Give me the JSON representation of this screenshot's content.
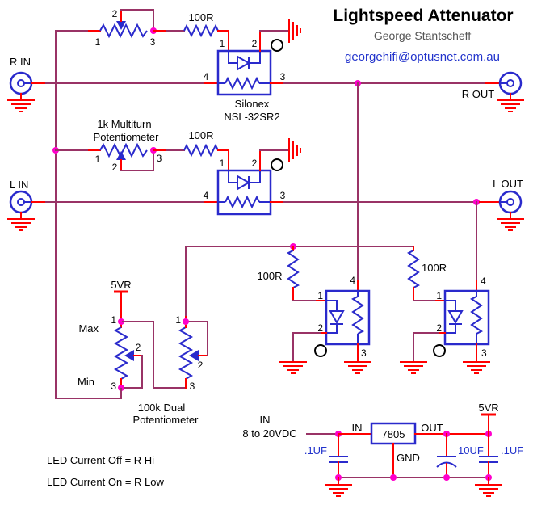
{
  "header": {
    "title": "Lightspeed Attenuator",
    "author": "George Stantscheff",
    "email": "georgehifi@optusnet.com.au"
  },
  "connectors": {
    "r_in": "R IN",
    "r_out": "R OUT",
    "l_in": "L IN",
    "l_out": "L OUT"
  },
  "pins": {
    "p1": "1",
    "p2": "2",
    "p3": "3",
    "p4": "4"
  },
  "components": {
    "r100": "100R",
    "pot1k_line1": "1k Multiturn",
    "pot1k_line2": "Potentiometer",
    "opto_line1": "Silonex",
    "opto_line2": "NSL-32SR2",
    "dualpot_line1": "100k Dual",
    "dualpot_line2": "Potentiometer",
    "rail_5vr": "5VR",
    "max": "Max",
    "min": "Min",
    "regulator": "7805",
    "reg_in": "IN",
    "reg_out": "OUT",
    "reg_gnd": "GND",
    "cap_01uf": ".1UF",
    "cap_10uf": "10UF",
    "psu_in_line1": "IN",
    "psu_in_line2": "8 to 20VDC"
  },
  "notes": {
    "led_off": "LED Current Off = R Hi",
    "led_on": "LED Current On = R Low"
  },
  "colors": {
    "wire": "#993366",
    "component_blue": "#2A2ACC",
    "accent_red": "#FF0000",
    "junction_magenta": "#FF00CC",
    "email_blue": "#2233CC",
    "author_gray": "#555555",
    "text_black": "#000000"
  }
}
